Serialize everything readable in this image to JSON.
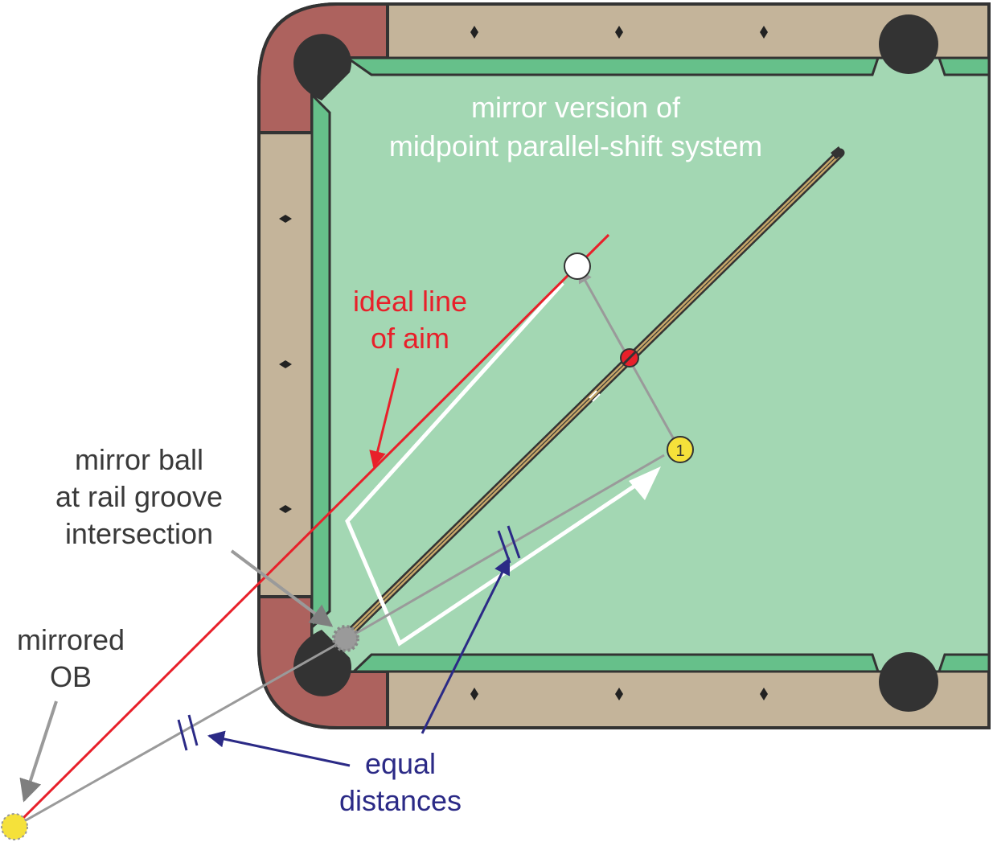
{
  "title": {
    "line1": "mirror version of",
    "line2": "midpoint parallel-shift system"
  },
  "labels": {
    "aim_line1": "ideal line",
    "aim_line2": "of aim",
    "mirror_ball_line1": "mirror ball",
    "mirror_ball_line2": "at rail groove",
    "mirror_ball_line3": "intersection",
    "mirrored_ob_line1": "mirrored",
    "mirrored_ob_line2": "OB",
    "equal_line1": "equal",
    "equal_line2": "distances"
  },
  "object_ball_number": "1",
  "colors": {
    "cloth": "#a3d7b3",
    "cushion": "#66c08a",
    "rail_wood": "#c4b49a",
    "corner_cap": "#ad625e",
    "pocket": "#333333",
    "aim_line": "#e8202a",
    "label_blue": "#2b2a86",
    "guide_gray": "#9a9a9a",
    "object_ball": "#f5e13a",
    "cue_wood": "#c8a86a"
  }
}
